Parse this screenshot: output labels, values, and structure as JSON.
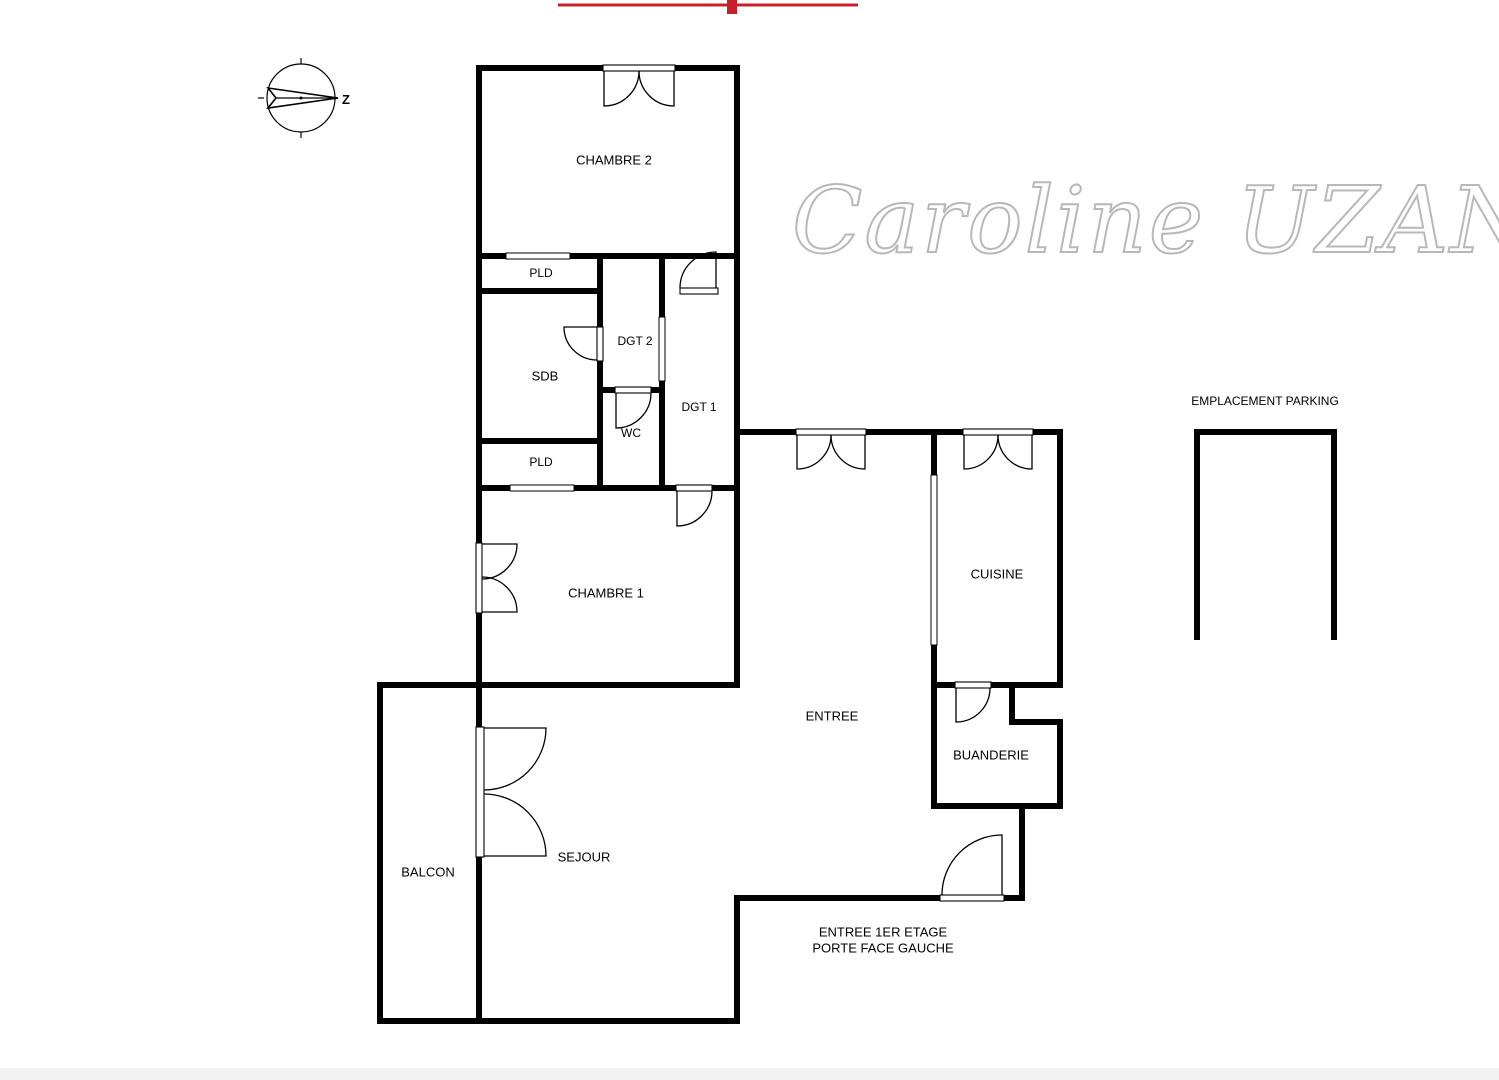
{
  "brand": {
    "text": "Caroline UZAN",
    "accent_color": "#c8202a",
    "watermark_color": "#b8b8b8"
  },
  "compass": {
    "north_letter": "Z",
    "icon": "compass-icon"
  },
  "rooms": {
    "chambre_2": "CHAMBRE 2",
    "pld_top": "PLD",
    "dgt_2": "DGT 2",
    "sdb": "SDB",
    "dgt_1": "DGT 1",
    "wc": "WC",
    "pld_bottom": "PLD",
    "chambre_1": "CHAMBRE 1",
    "cuisine": "CUISINE",
    "entree": "ENTREE",
    "buanderie": "BUANDERIE",
    "balcon": "BALCON",
    "sejour": "SEJOUR"
  },
  "notes": {
    "entrance_line1": "ENTREE 1ER ETAGE",
    "entrance_line2": "PORTE FACE GAUCHE",
    "parking": "EMPLACEMENT PARKING"
  }
}
